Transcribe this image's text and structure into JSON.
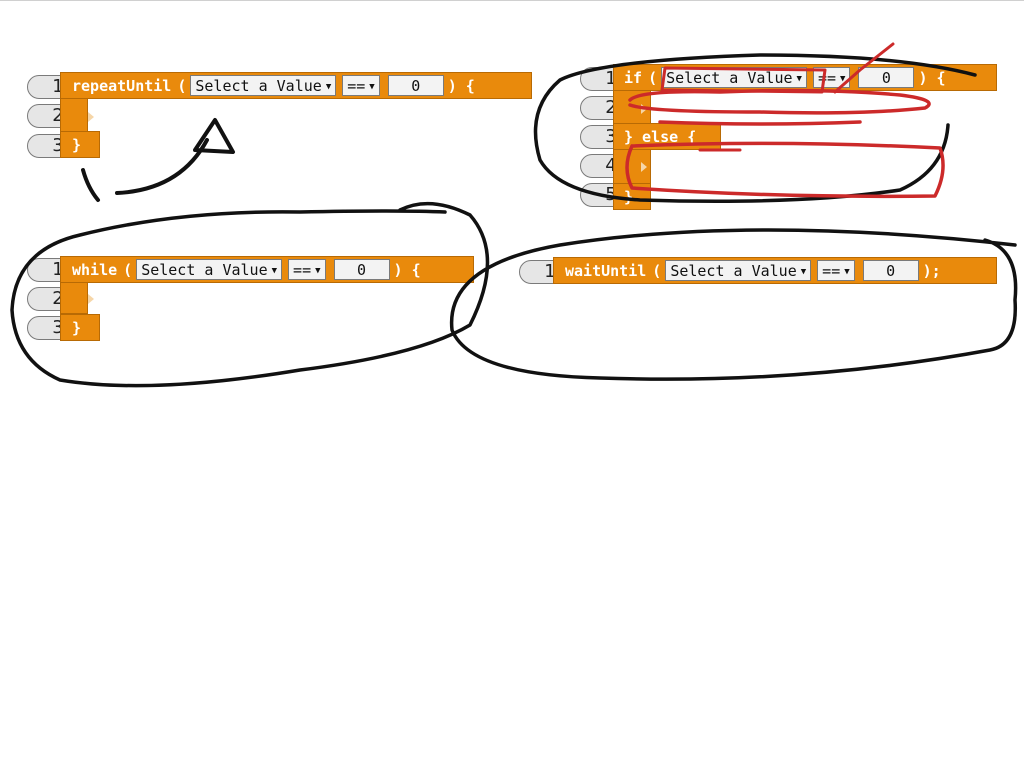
{
  "colors": {
    "block": "#e98a0c",
    "ink_black": "#111111",
    "ink_red": "#cc2a2a"
  },
  "blocks": {
    "repeat_until": {
      "line_numbers": [
        "1",
        "2",
        "3"
      ],
      "keyword": "repeatUntil",
      "open_paren": "(",
      "select": "Select a Value",
      "operator": "==",
      "value": "0",
      "close": ") {",
      "end": "}"
    },
    "if_else": {
      "line_numbers": [
        "1",
        "2",
        "3",
        "4",
        "5"
      ],
      "keyword": "if",
      "open_paren": "(",
      "select": "Select a Value",
      "operator": "==",
      "value": "0",
      "close": ") {",
      "else_line": "} else {",
      "end": "}"
    },
    "while": {
      "line_numbers": [
        "1",
        "2",
        "3"
      ],
      "keyword": "while",
      "open_paren": "(",
      "select": "Select a Value",
      "operator": "==",
      "value": "0",
      "close": ") {",
      "end": "}"
    },
    "wait_until": {
      "line_numbers": [
        "1"
      ],
      "keyword": "waitUntil",
      "open_paren": "(",
      "select": "Select a Value",
      "operator": "==",
      "value": "0",
      "close": ");"
    }
  }
}
